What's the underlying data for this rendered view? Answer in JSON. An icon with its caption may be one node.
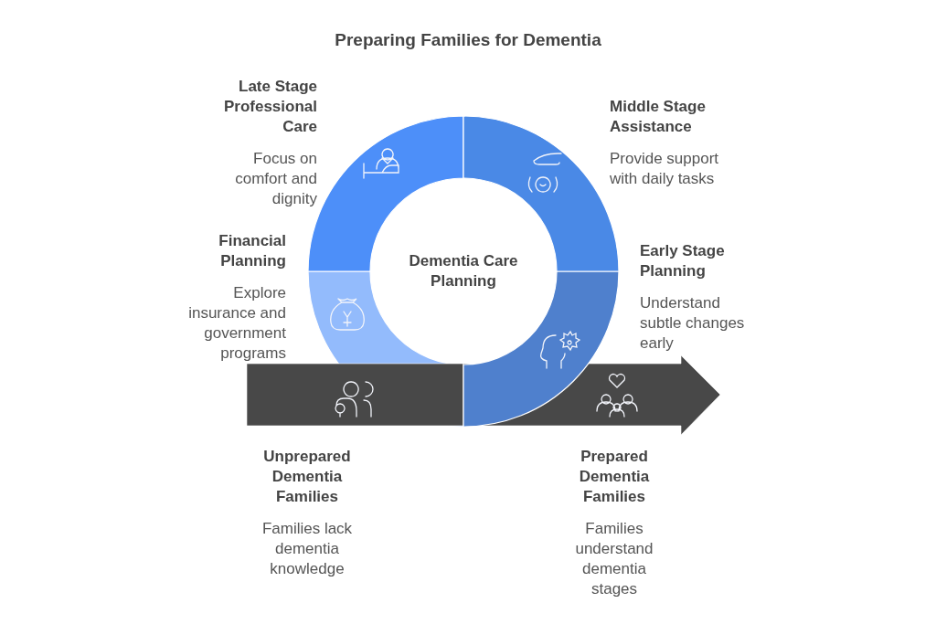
{
  "diagram": {
    "title": "Preparing Families for Dementia",
    "nodes": [
      {
        "text": [
          "Dementia Care Planning"
        ]
      },
      {
        "text": [
          "Late Stage Professional Care",
          "Focus on comfort and dignity"
        ]
      },
      {
        "text": [
          "Middle Stage Assistance",
          "Provide support with daily tasks"
        ]
      },
      {
        "text": [
          "Early Stage Planning",
          "Understand subtle changes early"
        ]
      },
      {
        "text": [
          "Financial Planning",
          "Explore insurance and government programs"
        ]
      },
      {
        "text": [
          "Unprepared Dementia Families",
          "Families lack dementia knowledge"
        ]
      },
      {
        "text": [
          "Prepared Dementia Families",
          "Families understand dementia stages"
        ]
      }
    ]
  }
}
